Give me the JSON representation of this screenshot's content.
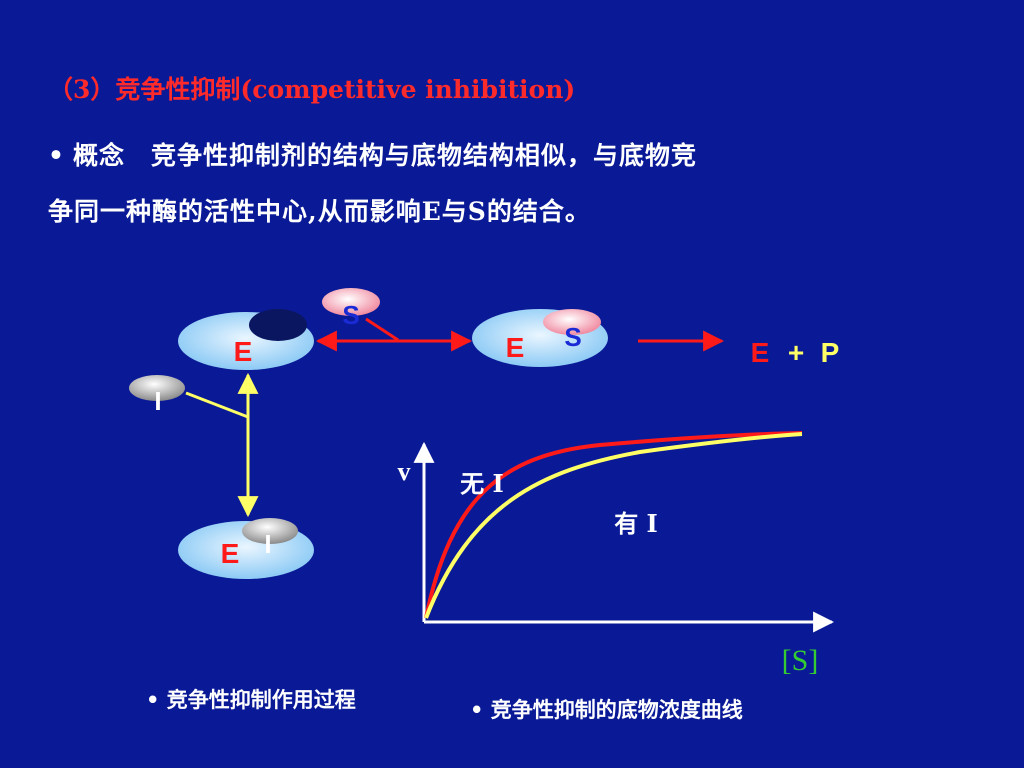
{
  "title": "（3）竞争性抑制(competitive inhibition)",
  "concept": {
    "bullet": "•",
    "label": "概念",
    "line1": "竞争性抑制剂的结构与底物结构相似，与底物竞",
    "line2": "争同一种酶的活性中心,从而影响E与S的结合。"
  },
  "diagram": {
    "enzyme": "E",
    "substrate": "S",
    "inhibitor": "I",
    "product_e": "E",
    "product_plus": "+",
    "product_p": "P"
  },
  "graph": {
    "y_label": "v",
    "x_label": "[S]",
    "label_no_inhibitor": "无 I",
    "label_with_inhibitor": "有 I"
  },
  "captions": {
    "left": "• 竞争性抑制作用过程",
    "right": "• 竞争性抑制的底物浓度曲线"
  },
  "colors": {
    "background": "#0a1a96",
    "title": "#ff2a2a",
    "enzyme_fill": "#b7e0ff",
    "label_red": "#ff1a1a",
    "label_blue": "#1a2bd6",
    "arrow_red": "#ff1a1a",
    "arrow_yellow": "#ffff66",
    "curve_red": "#ff1a1a",
    "curve_yellow": "#ffff66",
    "axis": "#ffffff",
    "x_label": "#33cc33"
  }
}
